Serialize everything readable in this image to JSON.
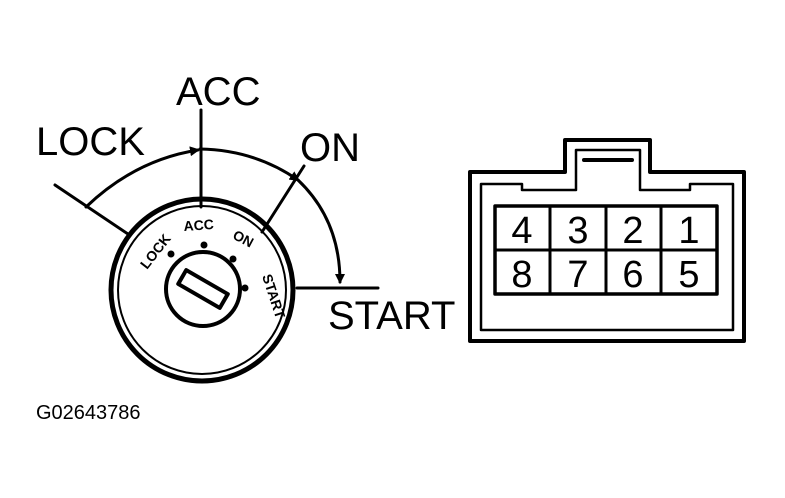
{
  "switch_labels": {
    "lock": "LOCK",
    "acc": "ACC",
    "on": "ON",
    "start": "START"
  },
  "dial_labels": {
    "lock": "LOCK",
    "acc": "ACC",
    "on": "ON",
    "start": "START"
  },
  "connector": {
    "top_row": [
      "4",
      "3",
      "2",
      "1"
    ],
    "bottom_row": [
      "8",
      "7",
      "6",
      "5"
    ]
  },
  "figure_code": "G02643786"
}
